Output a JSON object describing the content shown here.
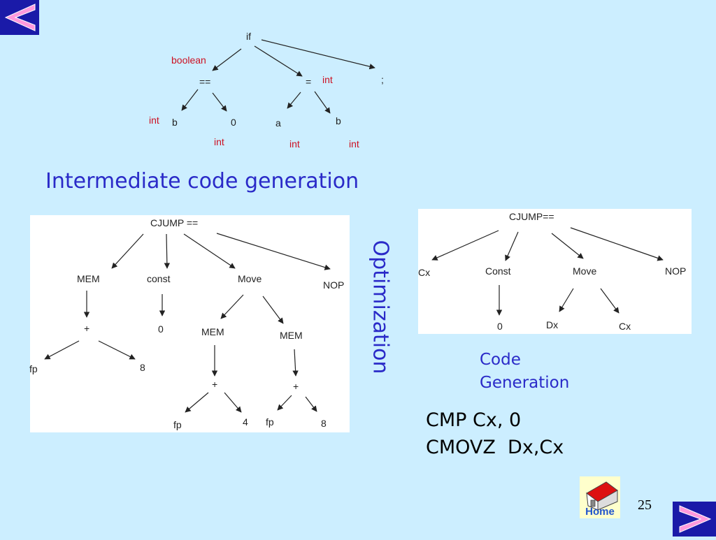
{
  "colors": {
    "background": "#cceeff",
    "heading": "#2a2ac8",
    "type_annotation": "#cc1122",
    "nav_button": "#1a1aa8",
    "nav_arrow": "#ff99dd"
  },
  "nav": {
    "prev_icon": "left-arrow-icon",
    "next_icon": "right-arrow-icon"
  },
  "parse_tree": {
    "root": "if",
    "eq": "==",
    "assign": "=",
    "semicolon": ";",
    "b_left": "b",
    "zero": "0",
    "a": "a",
    "b_right": "b",
    "types": {
      "eq": "boolean",
      "assign": "int",
      "b_left": "int",
      "zero": "int",
      "a": "int",
      "b_right": "int"
    }
  },
  "section_label": "Intermediate code generation",
  "ir_tree": {
    "root": "CJUMP ==",
    "mem": "MEM",
    "const": "const",
    "move": "Move",
    "nop": "NOP",
    "const_value": "0",
    "plus": "+",
    "fp": "fp",
    "eight": "8",
    "mem_a": "MEM",
    "mem_b": "MEM",
    "plus_a": "+",
    "plus_b": "+",
    "fp_a": "fp",
    "four": "4",
    "fp_b": "fp",
    "eight_b": "8"
  },
  "optimization_label": "Optimization",
  "opt_tree": {
    "root": "CJUMP==",
    "cx": "Cx",
    "const": "Const",
    "move": "Move",
    "nop": "NOP",
    "zero": "0",
    "dx": "Dx",
    "cx2": "Cx"
  },
  "code_generation_label": {
    "line1": "Code",
    "line2": "Generation"
  },
  "assembly": {
    "line1": "CMP Cx, 0",
    "line2": "CMOVZ  Dx,Cx"
  },
  "home": {
    "label": "Home",
    "icon": "house-icon"
  },
  "page_number": "25"
}
